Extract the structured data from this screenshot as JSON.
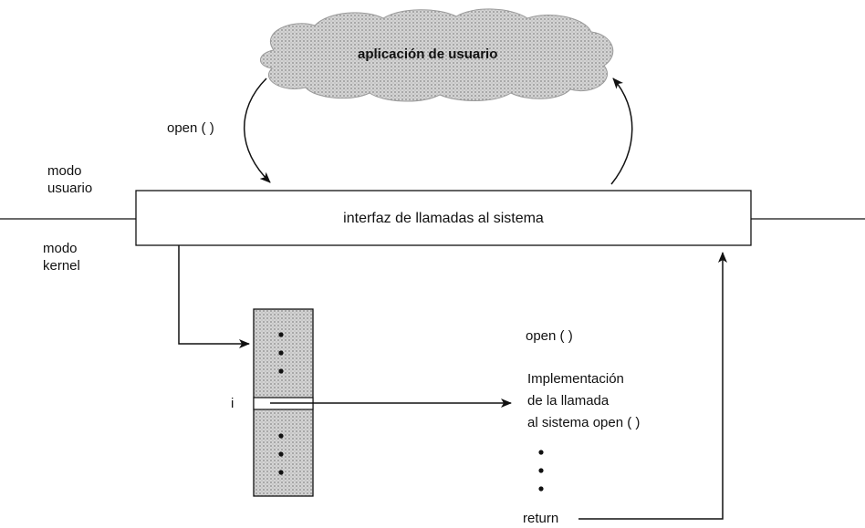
{
  "cloud": {
    "label": "aplicación de usuario"
  },
  "call_left": "open ( )",
  "mode_user": {
    "line1": "modo",
    "line2": "usuario"
  },
  "mode_kernel": {
    "line1": "modo",
    "line2": "kernel"
  },
  "interface": {
    "label": "interfaz de llamadas al sistema"
  },
  "table": {
    "index_label": "i"
  },
  "impl": {
    "call": "open ( )",
    "line1": "Implementación",
    "line2": "de la llamada",
    "line3": "al sistema open ( )",
    "return_label": "return"
  },
  "colors": {
    "stroke": "#111111",
    "stipple": "#bdbdbd"
  }
}
